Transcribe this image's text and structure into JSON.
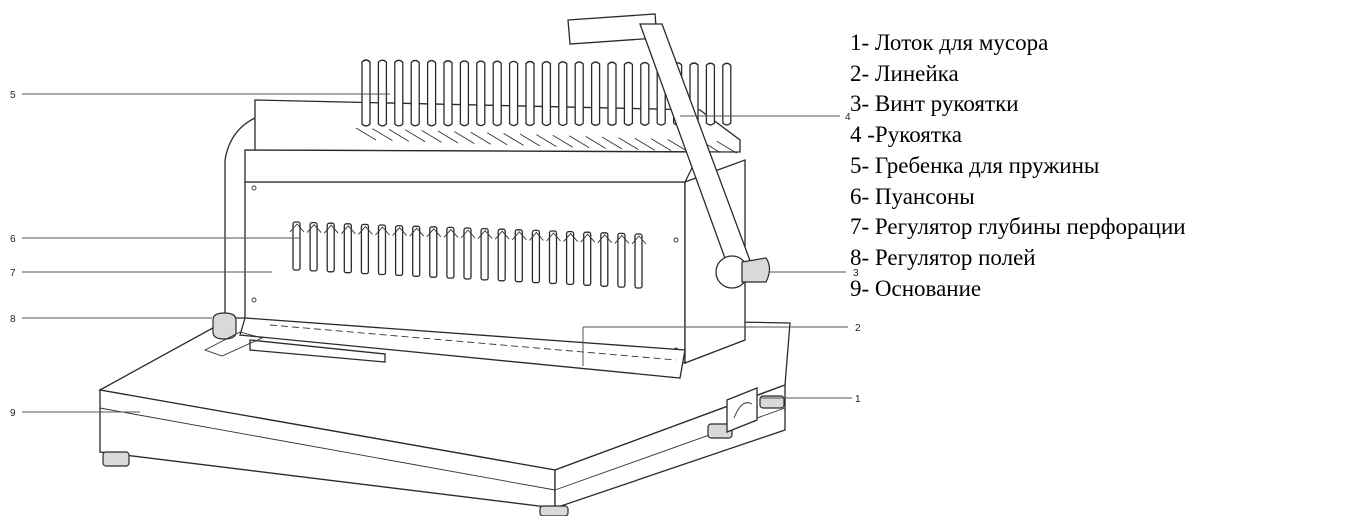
{
  "callouts": {
    "c1": "1",
    "c2": "2",
    "c3": "3",
    "c4": "4",
    "c5": "5",
    "c6": "6",
    "c7": "7",
    "c8": "8",
    "c9": "9"
  },
  "legend": [
    "1- Лоток для мусора",
    "2- Линейка",
    "3- Винт рукоятки",
    "4 -Рукоятка",
    "5- Гребенка для пружины",
    "6- Пуансоны",
    "7- Регулятор глубины перфорации",
    "8- Регулятор полей",
    "9- Основание"
  ]
}
